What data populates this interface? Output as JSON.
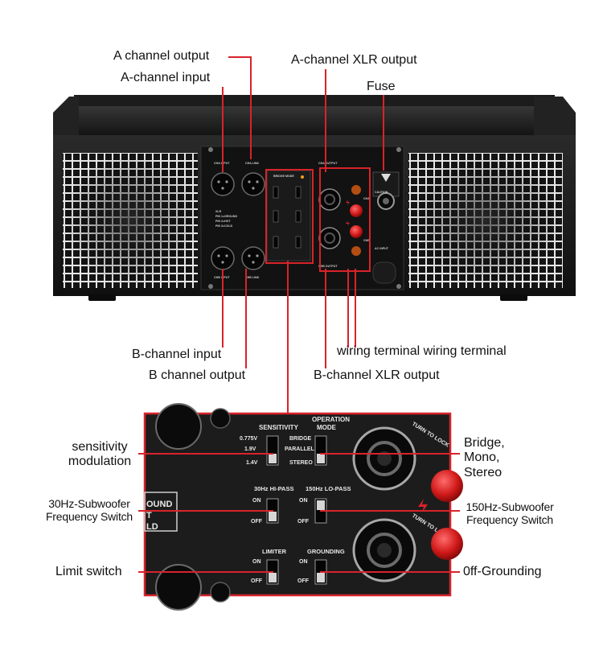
{
  "labels": {
    "a_channel_output": "A channel output",
    "a_channel_input": "A-channel input",
    "a_channel_xlr_output": "A-channel XLR output",
    "fuse": "Fuse",
    "b_channel_input": "B-channel input",
    "b_channel_output": "B channel output",
    "wiring_terminal": "wiring terminal wiring terminal",
    "b_channel_xlr_output": "B-channel XLR output",
    "sensitivity_modulation_1": "sensitivity",
    "sensitivity_modulation_2": "modulation",
    "bridge_mono_stereo_1": "Bridge,",
    "bridge_mono_stereo_2": "Mono,",
    "bridge_mono_stereo_3": "Stereo",
    "hz30_switch_1": "30Hz-Subwoofer",
    "hz30_switch_2": "Frequency Switch",
    "hz150_switch_1": "150Hz-Subwoofer",
    "hz150_switch_2": "Frequency Switch",
    "limit_switch": "Limit switch",
    "off_grounding": "0ff-Grounding"
  },
  "panel": {
    "cha_input": "CHA INPUT",
    "cha_link": "CHA LINK",
    "chb_input": "CHB INPUT",
    "chb_link": "CHB LINK",
    "xlr": "XLR",
    "pin1": "PIN 1=GROUND",
    "pin2": "PIN 2=HOT",
    "pin3": "PIN 3=COLD",
    "bridge_mode": "BRIDGE MODE",
    "cha_output": "CHA OUTPUT",
    "chb_output": "CHB OUTPUT",
    "cha_short": "CHA",
    "chb_short": "CHB",
    "caution": "CAUTION",
    "ac_input": "AC INPUT"
  },
  "zoom": {
    "sensitivity": "SENSITIVITY",
    "operation": "OPERATION",
    "mode": "MODE",
    "v0775": "0.775V",
    "v19": "1.9V",
    "v14": "1.4V",
    "bridge": "BRIDGE",
    "parallel": "PARALLEL",
    "stereo": "STEREO",
    "hipass": "30Hz HI-PASS",
    "lopass": "150Hz LO-PASS",
    "on": "ON",
    "off": "OFF",
    "limiter": "LIMITER",
    "grounding": "GROUNDING",
    "turn_to_lock": "TURN TO LOCK",
    "side_1": "OUND",
    "side_2": "T",
    "side_3": "LD"
  }
}
